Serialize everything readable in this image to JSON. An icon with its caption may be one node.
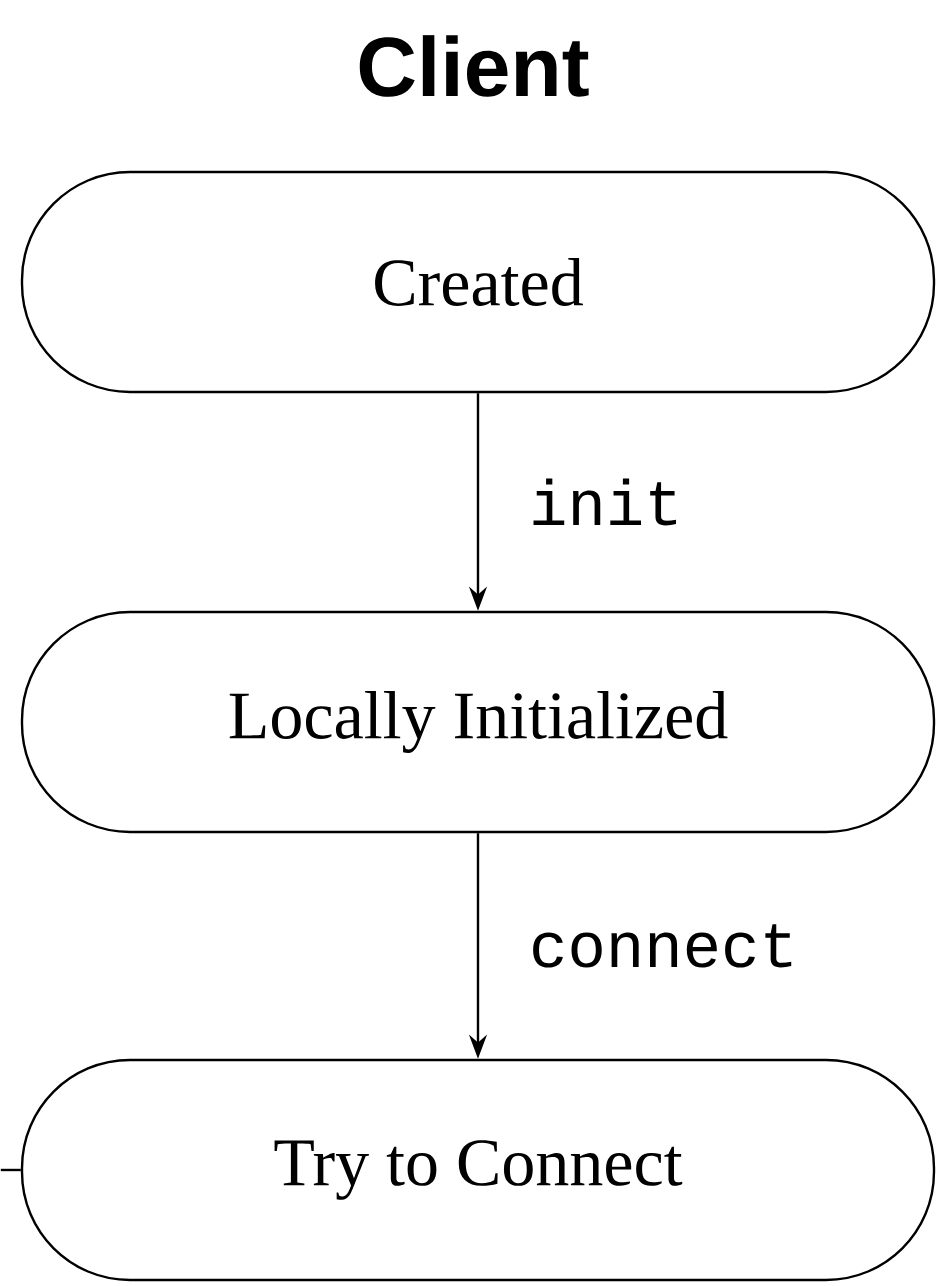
{
  "diagram": {
    "title": "Client",
    "nodes": [
      {
        "text": [
          "Created"
        ]
      },
      {
        "text": [
          "Locally Initialized"
        ]
      },
      {
        "text": [
          "Try to Connect"
        ]
      }
    ],
    "edges": [
      {
        "from": 0,
        "to": 1,
        "arrow": "to",
        "label": "init"
      },
      {
        "from": 1,
        "to": 2,
        "arrow": "to",
        "label": "connect"
      },
      {
        "from": null,
        "to": 2,
        "arrow": "none"
      }
    ]
  }
}
